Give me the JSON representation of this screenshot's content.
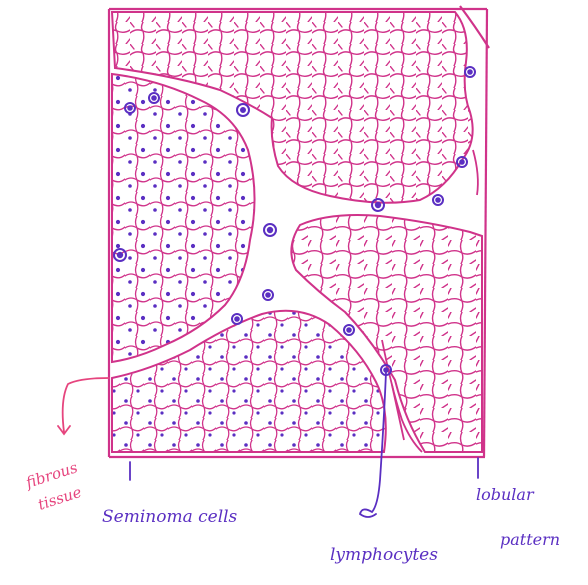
{
  "labels": {
    "fibrous_tissue": [
      "fibrous",
      "tissue"
    ],
    "seminoma_cells": "Seminoma cells",
    "lymphocytes": "lymphocytes",
    "lobular_pattern": [
      "lobular",
      "pattern"
    ]
  },
  "colors": {
    "tissue_line": "#d0338a",
    "label_pink": "#e6457e",
    "ink_purple": "#5a2fc2",
    "background": "#ffffff"
  }
}
